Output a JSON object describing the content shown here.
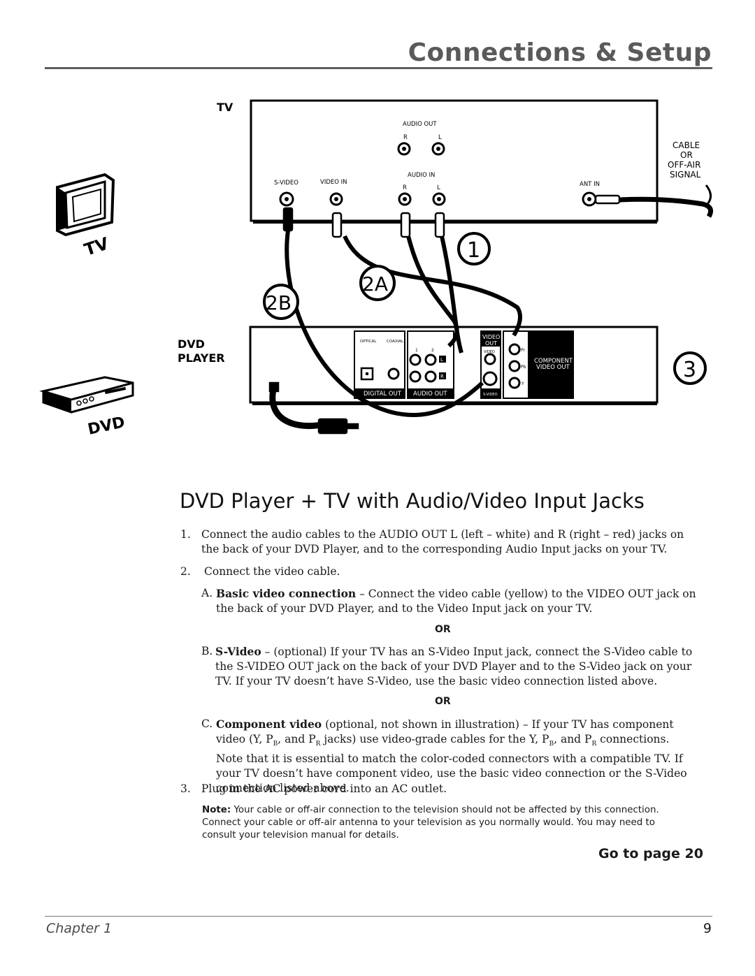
{
  "header": {
    "title": "Connections & Setup"
  },
  "diagram": {
    "tv_block_label": "TV",
    "tv_icon_label": "TV",
    "dvd_block_label_1": "DVD",
    "dvd_block_label_2": "PLAYER",
    "dvd_icon_label": "DVD",
    "tv_panel": {
      "audio_out": "AUDIO OUT",
      "audio_out_r": "R",
      "audio_out_l": "L",
      "s_video": "S-VIDEO",
      "video_in": "VIDEO IN",
      "audio_in": "AUDIO IN",
      "audio_in_r": "R",
      "audio_in_l": "L",
      "ant_in": "ANT IN"
    },
    "signal": {
      "line1": "CABLE",
      "line2": "OR",
      "line3": "OFF-AIR",
      "line4": "SIGNAL"
    },
    "callouts": {
      "c1": "1",
      "c2a": "2A",
      "c2b": "2B",
      "c3": "3"
    },
    "dvd_panel": {
      "optical": "OPTICAL",
      "coaxial": "COAXIAL",
      "digital_out": "DIGITAL OUT",
      "audio_out": "AUDIO OUT",
      "ch1": "1",
      "ch2": "2",
      "l": "L",
      "r": "R",
      "video_out_1": "VIDEO",
      "video_out_2": "OUT",
      "video": "VIDEO",
      "s_video": "S-VIDEO",
      "pr": "Pr",
      "pb": "Pb",
      "y": "Y",
      "component_1": "COMPONENT",
      "component_2": "VIDEO OUT"
    }
  },
  "section": {
    "heading": "DVD Player + TV with Audio/Video Input Jacks"
  },
  "steps": {
    "s1_num": "1.",
    "s1_text": "Connect the audio cables to the AUDIO OUT L (left – white) and R (right – red) jacks on the back of your DVD Player, and to the corresponding Audio Input jacks on your TV.",
    "s2_num": "2.",
    "s2_text": "Connect the video cable.",
    "a_prefix": "A.",
    "a_bold": "Basic video connection",
    "a_text": " – Connect the video cable (yellow) to the VIDEO OUT jack on the back of your DVD Player, and to the Video Input jack on your TV.",
    "or1": "OR",
    "b_prefix": "B.",
    "b_bold": "S-Video",
    "b_text": " – (optional) If your TV has an S-Video Input jack, connect the S-Video cable to the S-VIDEO OUT jack on the back of your DVD Player and to the S-Video jack on your TV. If your TV doesn’t have S-Video, use the basic video connection listed above.",
    "or2": "OR",
    "c_prefix": "C.",
    "c_bold": "Component video",
    "c_text_1": " (optional, not shown in illustration) – If your TV has component video (Y, P",
    "c_sub_b1": "B",
    "c_text_2": ", and P",
    "c_sub_r1": "R",
    "c_text_3": " jacks) use video-grade cables for the Y, P",
    "c_sub_b2": "B",
    "c_text_4": ", and P",
    "c_sub_r2": "R",
    "c_text_5": " connections. Note that it is essential to match the color-coded connectors with a compatible TV. If your TV doesn’t have component video, use the basic video connection or the S-Video connection listed above.",
    "s3_num": "3.",
    "s3_text": "Plug in the AC power cord into an AC outlet."
  },
  "note": {
    "label": "Note:",
    "text": " Your cable or off-air connection to the television should not be affected by this connection. Connect your cable or off-air antenna to your television as you normally would. You may need to consult your television manual for details."
  },
  "goto": "Go to page 20",
  "footer": {
    "chapter": "Chapter 1",
    "page": "9"
  }
}
